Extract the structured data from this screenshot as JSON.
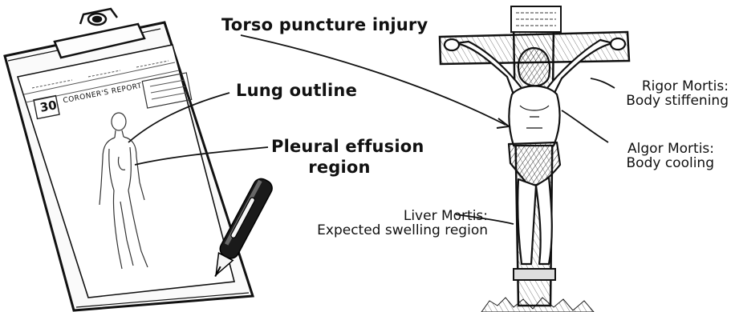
{
  "clipboard": {
    "report_title": "CORONER'S REPORT",
    "report_number": "30"
  },
  "labels": {
    "torso": "Torso puncture injury",
    "lung": "Lung outline",
    "pleural_line1": "Pleural effusion",
    "pleural_line2": "region",
    "rigor_line1": "Rigor Mortis:",
    "rigor_line2": "Body stiffening",
    "algor_line1": "Algor Mortis:",
    "algor_line2": "Body cooling",
    "liver_line1": "Liver Mortis:",
    "liver_line2": "Expected swelling region"
  }
}
